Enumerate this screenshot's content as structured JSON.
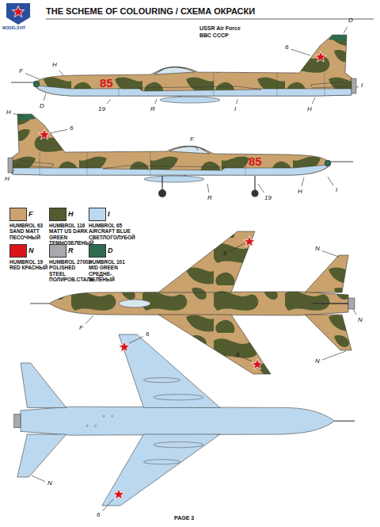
{
  "diagram": {
    "title": "THE SCHEME OF COLOURING / СХЕМА ОКРАСКИ",
    "labels": [
      "MODELSVIT",
      "USSR Air Force",
      "ВВС СССР",
      "85",
      "85",
      "F",
      "H",
      "I",
      "N",
      "R",
      "D",
      "6",
      "D",
      "F",
      "H",
      "D",
      "19",
      "R",
      "I",
      "H",
      "I",
      "H",
      "6",
      "F",
      "H",
      "R",
      "19",
      "H",
      "I",
      "6",
      "N",
      "N",
      "F",
      "6",
      "N",
      "6",
      "N",
      "6",
      "PAGE 3"
    ],
    "legend": [
      {
        "text": "HUMBROL 63 SAND MATT ПЕСОЧНЫЙ",
        "color": "#c9a26e"
      },
      {
        "text": "HUMBROL 116 MATT US DARK GREEN ТЕМНОЗЕЛЕНЫЙ",
        "color": "#525c2f"
      },
      {
        "text": "HUMBROL 65 AIRCRAFT BLUE СВЕТЛОГОЛУБОЙ",
        "color": "#bcd8ee"
      },
      {
        "text": "HUMBROL 19 RED КРАСНЫЙ",
        "color": "#d9141c"
      },
      {
        "text": "HUMBROL 27003 POLISHED STEEL ПОЛИРОВ.СТАЛЬ",
        "color": "#a8a9ad"
      },
      {
        "text": "HUMBROL 101 MID GREEN СРЕДНЕ-ЗЕЛЕНЫЙ",
        "color": "#2f6b4e"
      }
    ]
  }
}
